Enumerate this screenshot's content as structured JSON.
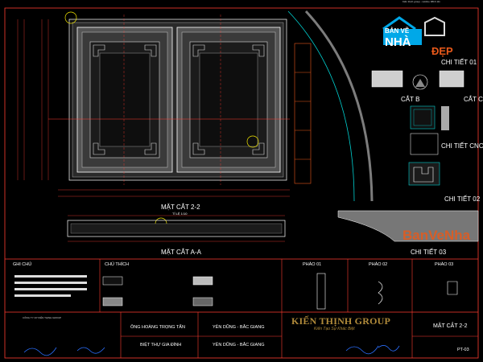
{
  "site_header": "Kiến thịnh group - Hotline 0816 111",
  "logo": {
    "line1": "BẢN VẼ",
    "line2": "NHÀ",
    "line3": "ĐẸP"
  },
  "watermark": "BanVeNha",
  "colors": {
    "background": "#000000",
    "frame": "#ff3b30",
    "line": "#ffffff",
    "detail": "#00d0d0",
    "accent": "#e8591a",
    "highlight": "#f2e600",
    "dim": "#9a9a9a"
  },
  "labels": {
    "section_2_2": "MẶT CẮT 2-2",
    "section_a_a": "MẶT CẮT A-A",
    "ti_le": "TỈ LỆ 1/10",
    "chi_tiet_01": "CHI TIẾT 01",
    "cat_b": "CẮT B",
    "cat_c": "CẮT C",
    "chi_tiet_cnc": "CHI TIẾT CNC",
    "chi_tiet_02": "CHI TIẾT 02",
    "chi_tiet_03": "CHI TIẾT 03"
  },
  "table": {
    "ghi_chu": "GHI CHÚ",
    "chu_thich": "CHÚ THÍCH",
    "phao_01": "PHÀO 01",
    "phao_02": "PHÀO 02",
    "phao_03": "PHÀO 03",
    "company": "CÔNG TY CP KIẾN THỊNH GROUP",
    "cell_name_1": "ÔNG HOÀNG TRỌNG TẤN",
    "cell_name_2": "BIỆT THỰ GIA ĐÌNH",
    "cell_loc_1": "YÊN DŨNG - BẮC GIANG",
    "cell_loc_2": "YÊN DŨNG - BẮC GIANG",
    "brand": "KIẾN THỊNH GROUP",
    "brand_sub": "Kiến Tạo Sự Khác Biệt",
    "sheet_title": "MẶT CẮT 2-2",
    "sheet_no": "PT-03"
  }
}
